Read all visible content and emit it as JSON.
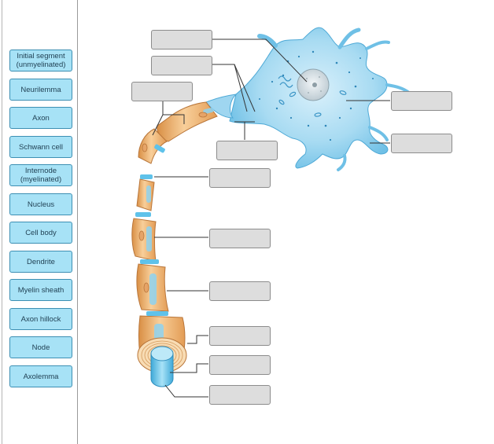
{
  "terms": [
    {
      "id": "initial-segment",
      "label": "Initial segment\n(unmyelinated)"
    },
    {
      "id": "neurilemma",
      "label": "Neurilemma"
    },
    {
      "id": "axon",
      "label": "Axon"
    },
    {
      "id": "schwann-cell",
      "label": "Schwann cell"
    },
    {
      "id": "internode",
      "label": "Internode\n(myelinated)"
    },
    {
      "id": "nucleus",
      "label": "Nucleus"
    },
    {
      "id": "cell-body",
      "label": "Cell body"
    },
    {
      "id": "dendrite",
      "label": "Dendrite"
    },
    {
      "id": "myelin-sheath",
      "label": "Myelin sheath"
    },
    {
      "id": "axon-hillock",
      "label": "Axon hillock"
    },
    {
      "id": "node",
      "label": "Node"
    },
    {
      "id": "axolemma",
      "label": "Axolemma"
    }
  ],
  "colors": {
    "label_fill": "#a7e2f6",
    "label_border": "#3d8fb3",
    "drop_fill": "#dddddd",
    "soma_fill": "#9fd6f0",
    "myelin_fill": "#f1b77a",
    "axon_core": "#5fc2ea"
  },
  "blank_count": 12
}
